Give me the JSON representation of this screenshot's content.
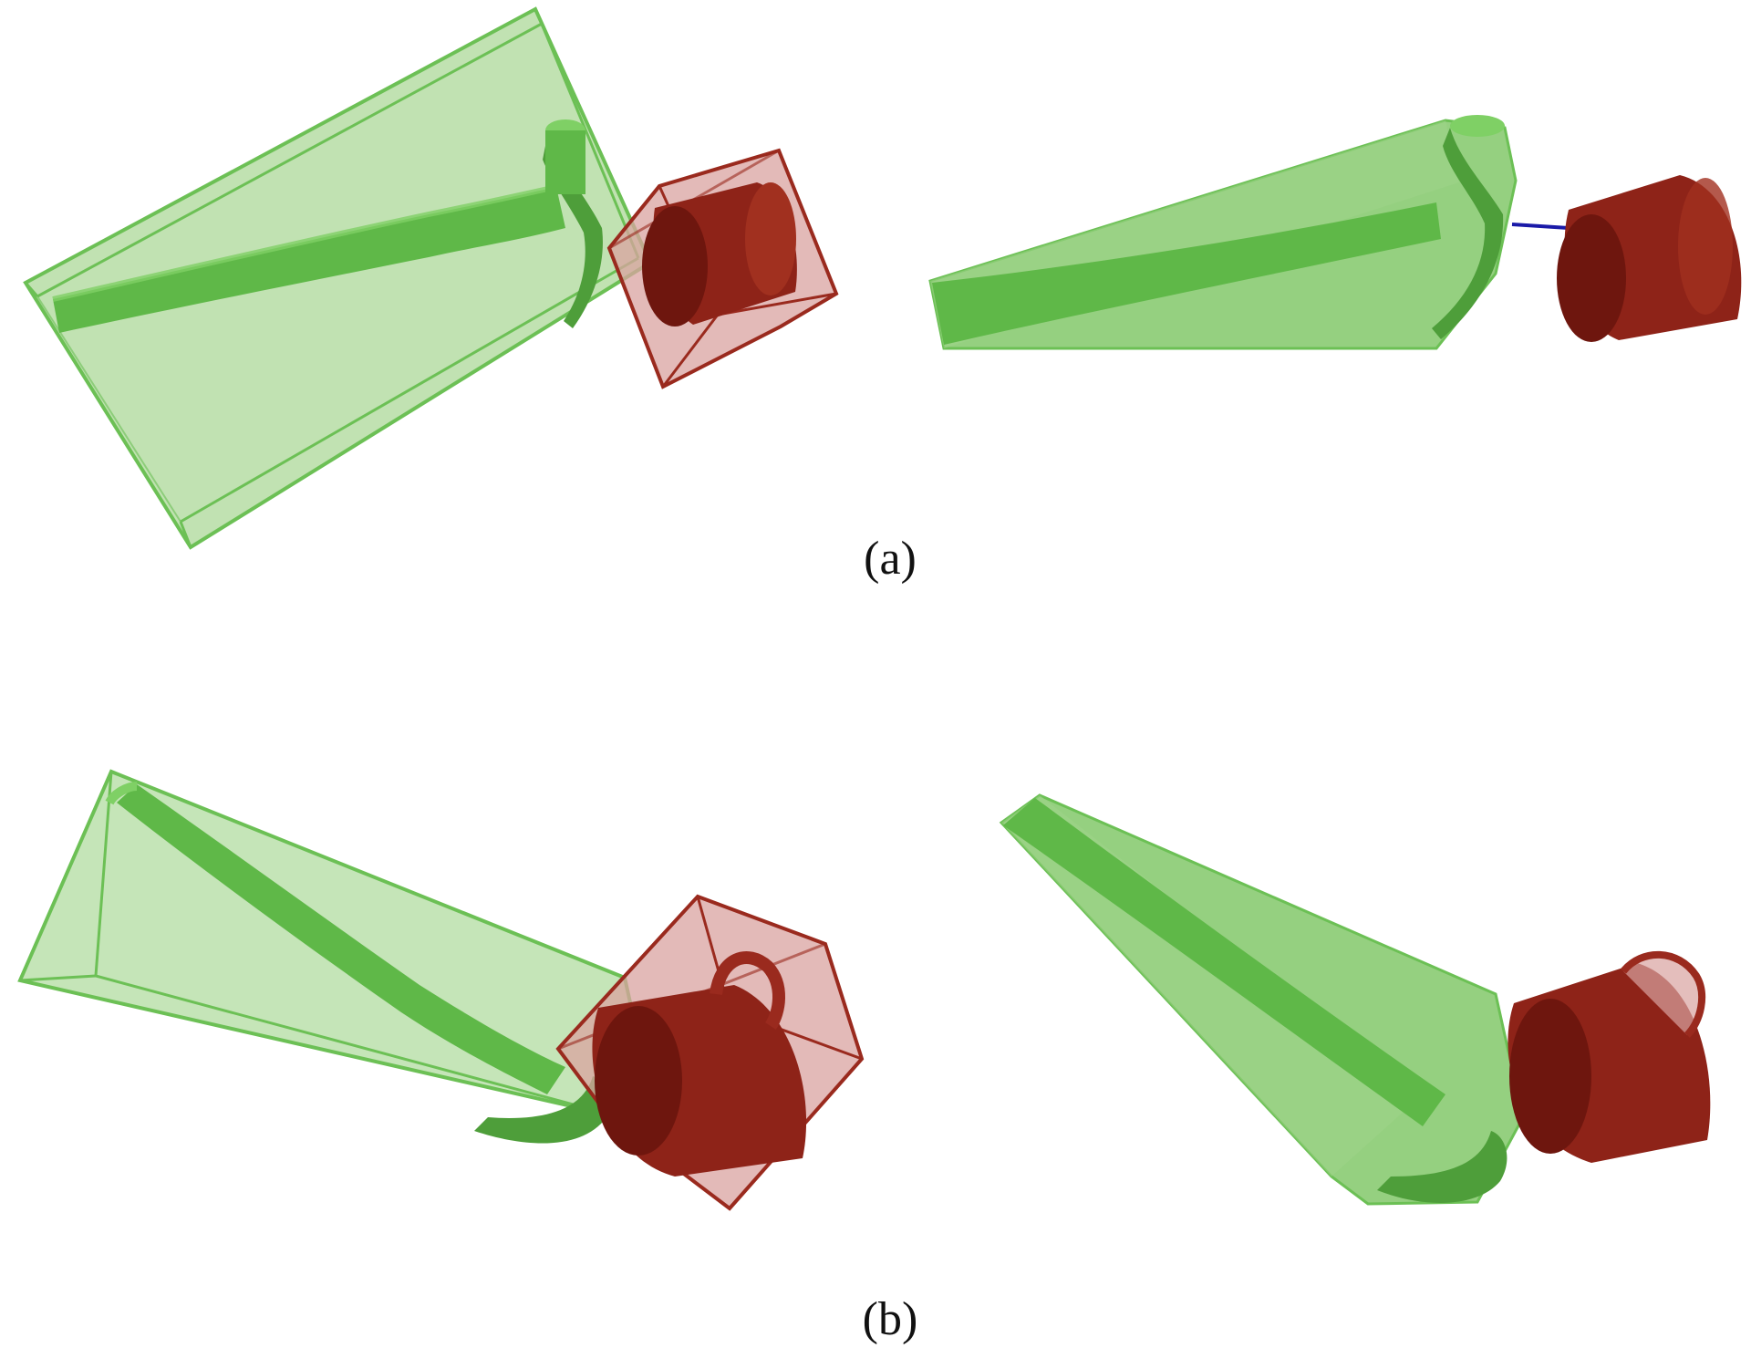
{
  "figure": {
    "panels": [
      {
        "label": "(a)",
        "left_view": "hammer-with-oriented-bounding-box-and-mug-with-bounding-box",
        "right_view": "hammer-with-convex-hull-and-mug-with-contact-line"
      },
      {
        "label": "(b)",
        "left_view": "hammer-with-oriented-bounding-box-and-mug-with-bounding-box",
        "right_view": "hammer-with-convex-hull-and-mug-in-contact"
      }
    ],
    "colors": {
      "hammer": "#5fb848",
      "hammer_dark": "#4e9e3a",
      "hammer_box_fill": "#9fd389",
      "hammer_box_edge": "#6cc055",
      "mug": "#8e2318",
      "mug_dark": "#6e160e",
      "mug_box_fill": "#d9a3a0",
      "mug_box_edge": "#9a2a1e",
      "contact_line": "#1a1aa8"
    }
  }
}
